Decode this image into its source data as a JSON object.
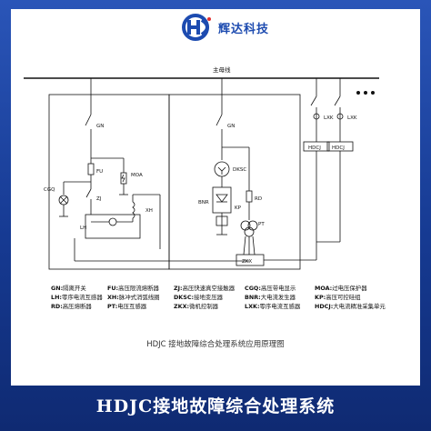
{
  "brand": {
    "name": "辉达科技",
    "logo_icon": "hd-logo-icon",
    "logo_color": "#1d4bb0"
  },
  "diagram": {
    "bus_label": "主母线",
    "labels": {
      "gn1": "GN",
      "gn2": "GN",
      "cgq": "CGQ",
      "fu": "FU",
      "moa": "MOA",
      "zj": "ZJ",
      "lh": "LH",
      "xh": "XH",
      "dksc": "DKSC",
      "bnr": "BNR",
      "kp": "KP",
      "rd": "RD",
      "pt": "PT",
      "zkx": "ZKX",
      "lxk1": "LXK",
      "lxk2": "LXK",
      "hdcj1": "HDCJ",
      "hdcj2": "HDCJ"
    },
    "line_color": "#111111"
  },
  "legend": [
    [
      {
        "code": "GN:",
        "text": "隔离开关"
      },
      {
        "code": "FU:",
        "text": "高压限流熔断器"
      },
      {
        "code": "ZJ:",
        "text": "高压快速真空接触器"
      },
      {
        "code": "CGQ:",
        "text": "高压带电显示"
      },
      {
        "code": "MOA:",
        "text": "过电压保护器"
      }
    ],
    [
      {
        "code": "LH:",
        "text": "零序电流互感器"
      },
      {
        "code": "XH:",
        "text": "脉冲式消弧线圈"
      },
      {
        "code": "DKSC:",
        "text": "接地变压器"
      },
      {
        "code": "BNR:",
        "text": "大电流发生器"
      },
      {
        "code": "KP:",
        "text": "高压可控硅组"
      }
    ],
    [
      {
        "code": "RD:",
        "text": "高压熔断器"
      },
      {
        "code": "PT:",
        "text": "电压互感器"
      },
      {
        "code": "ZKX:",
        "text": "微机控制器"
      },
      {
        "code": "LXK:",
        "text": "零序电流互感器"
      },
      {
        "code": "HDCJ:",
        "text": "大电流精准采集单元"
      }
    ]
  ],
  "caption": "HDJC 接地故障综合处理系统应用原理图",
  "footer_title": "HDJC接地故障综合处理系统"
}
